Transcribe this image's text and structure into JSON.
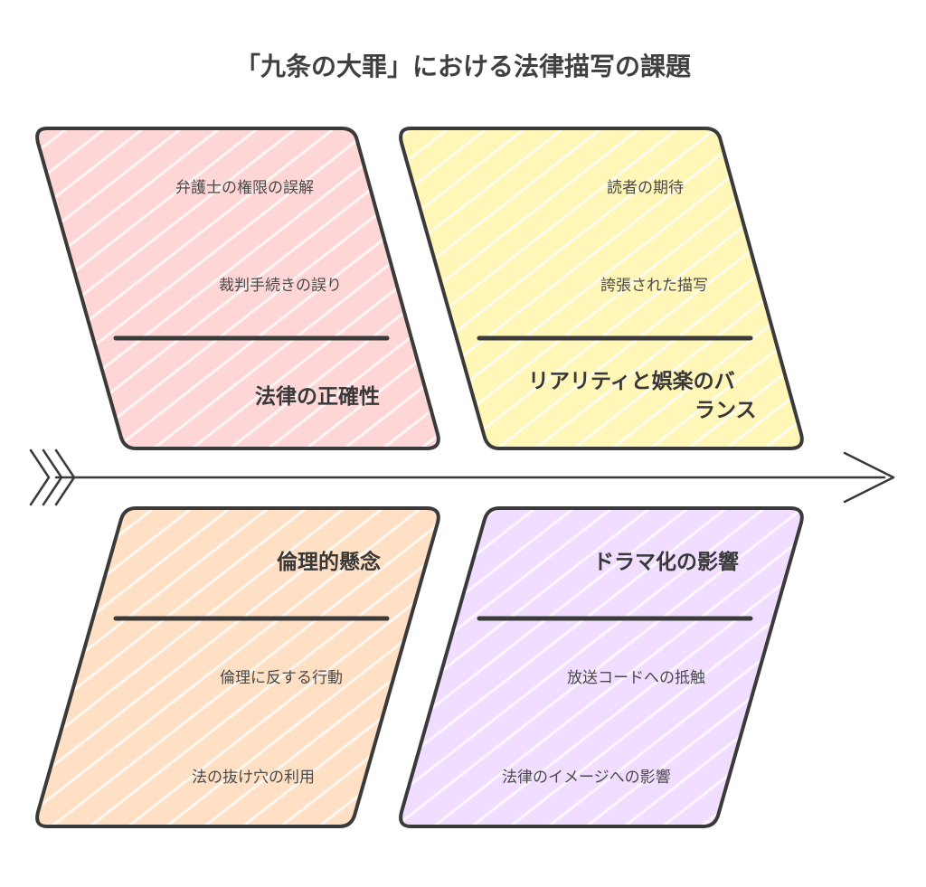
{
  "title": "「九条の大罪」における法律描写の課題",
  "categories": [
    {
      "name": "法律の正確性",
      "color": "#ffd6d6",
      "causes": [
        "弁護士の権限の誤解",
        "裁判手続きの誤り"
      ]
    },
    {
      "name": "リアリティと娯楽のバランス",
      "name_line1": "リアリティと娯楽のバ",
      "name_line2": "ランス",
      "color": "#fff6b8",
      "causes": [
        "読者の期待",
        "誇張された描写"
      ]
    },
    {
      "name": "倫理的懸念",
      "color": "#ffe0c4",
      "causes": [
        "倫理に反する行動",
        "法の抜け穴の利用"
      ]
    },
    {
      "name": "ドラマ化の影響",
      "color": "#f0ddff",
      "causes": [
        "放送コードへの抵触",
        "法律のイメージへの影響"
      ]
    }
  ]
}
